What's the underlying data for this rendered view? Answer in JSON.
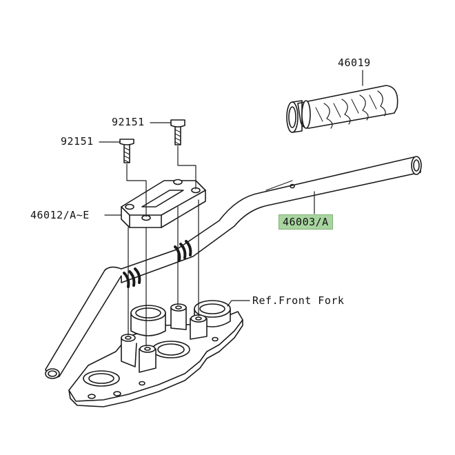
{
  "labels": {
    "grip": "46019",
    "bolt_upper": "92151",
    "bolt_lower": "92151",
    "holder": "46012/A~E",
    "handlebar": "46003/A",
    "fork_ref": "Ref.Front Fork"
  },
  "colors": {
    "highlight": "#a8d4a0",
    "line": "#1a1a1a"
  },
  "icons": {
    "handlebar": "handlebar-drawing",
    "grip": "grip-drawing",
    "holder": "handlebar-holder-drawing",
    "bolt": "bolt-drawing",
    "clamp": "fork-clamp-drawing"
  }
}
